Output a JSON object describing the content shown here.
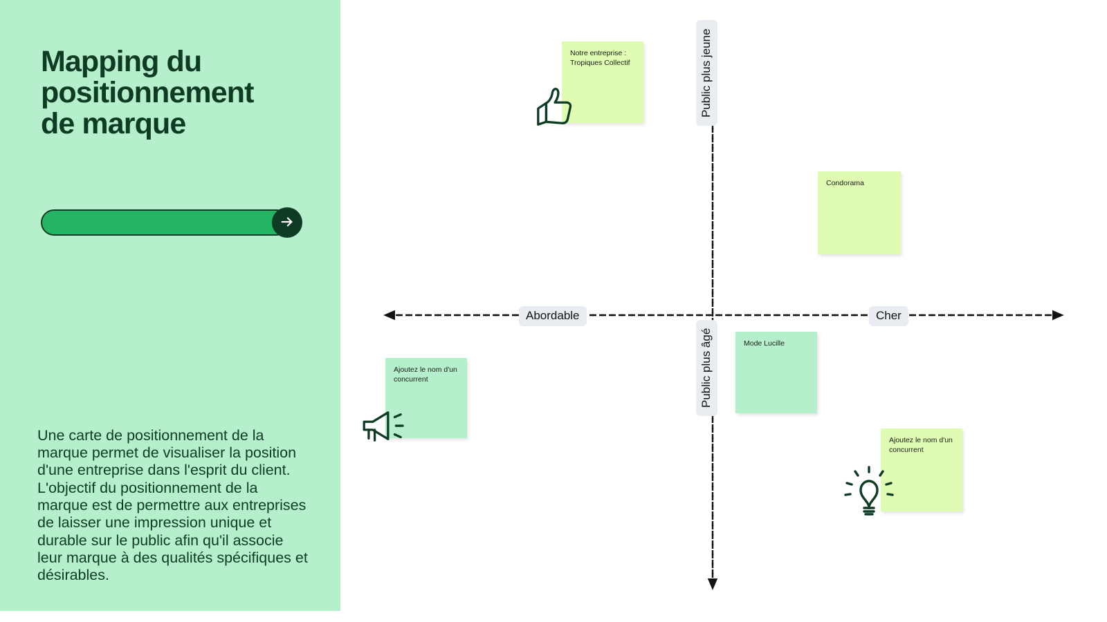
{
  "sidebar": {
    "title": "Mapping du\npositionnement\nde marque",
    "progress": {
      "track_label": "",
      "next_button_icon": "arrow-right-icon"
    },
    "body": "Une carte de positionnement de la marque permet de visualiser la position d'une entreprise dans l'esprit du client. L'objectif du positionnement de la marque est de permettre aux entreprises de laisser une impression unique et durable sur le public afin qu'il associe leur marque à des qualités spécifiques et désirables."
  },
  "map": {
    "axes": {
      "x_left_label": "Abordable",
      "x_right_label": "Cher",
      "y_top_label": "Public plus jeune",
      "y_bottom_label": "Public plus âgé"
    },
    "notes": [
      {
        "id": "note-1",
        "text": "Notre entreprise :\nTropiques Collectif",
        "color": "#e0fcb2",
        "icon": "thumbs-up-icon"
      },
      {
        "id": "note-2",
        "text": "Condorama",
        "color": "#e0fcb2",
        "icon": ""
      },
      {
        "id": "note-3",
        "text": "Ajoutez le nom d'un\nconcurrent",
        "color": "#b6efcc",
        "icon": "megaphone-icon"
      },
      {
        "id": "note-4",
        "text": "Mode Lucille",
        "color": "#b6efcc",
        "icon": ""
      },
      {
        "id": "note-5",
        "text": "Ajoutez le nom d'un\nconcurrent",
        "color": "#e0fcb2",
        "icon": "lightbulb-icon"
      }
    ]
  },
  "colors": {
    "sidebar_bg": "#b6efcc",
    "dark_green": "#0d3b23",
    "accent_green": "#23b563",
    "note_lime": "#e0fcb2",
    "note_mint": "#b6efcc",
    "axis_chip_bg": "#e9edf2",
    "canvas_bg": "#ffffff"
  },
  "chart_data": {
    "type": "scatter",
    "title": "Mapping du positionnement de marque",
    "xlabel": "Abordable — Cher",
    "ylabel": "Public plus âgé — Public plus jeune",
    "xlim": [
      -1,
      1
    ],
    "ylim": [
      -1,
      1
    ],
    "grid": false,
    "legend": "none",
    "axis_annotations": {
      "x_negative": "Abordable",
      "x_positive": "Cher",
      "y_positive": "Public plus jeune",
      "y_negative": "Public plus âgé"
    },
    "points": [
      {
        "label": "Notre entreprise : Tropiques Collectif",
        "x": -0.4,
        "y": 0.76,
        "quadrant": "abordable / public plus jeune"
      },
      {
        "label": "Condorama",
        "x": 0.33,
        "y": 0.3,
        "quadrant": "cher / public plus jeune"
      },
      {
        "label": "Ajoutez le nom d'un concurrent",
        "x": -0.82,
        "y": -0.2,
        "quadrant": "abordable / public plus âgé"
      },
      {
        "label": "Mode Lucille",
        "x": 0.1,
        "y": -0.13,
        "quadrant": "cher / public plus âgé"
      },
      {
        "label": "Ajoutez le nom d'un concurrent",
        "x": 0.52,
        "y": -0.52,
        "quadrant": "cher / public plus âgé"
      }
    ]
  }
}
